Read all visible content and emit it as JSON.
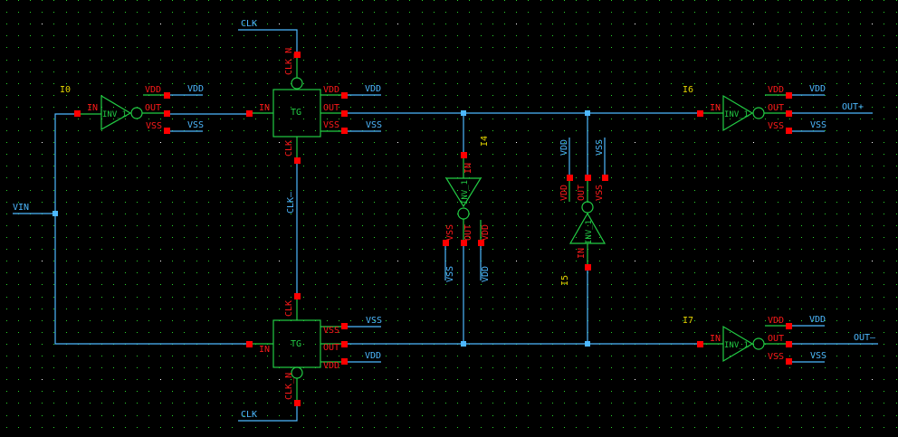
{
  "colors": {
    "background": "#000000",
    "grid": "#2ad12a",
    "wire": "#4db8ff",
    "symbol": "#22cc44",
    "pin": "#ff0000",
    "pin_label": "#ff1a1a",
    "instance_label": "#e6d600"
  },
  "nets": {
    "vin": "VIN",
    "clk_top": "CLK",
    "clk_bottom": "CLK",
    "clk_bar": "CLK—",
    "out_plus": "OUT+",
    "out_minus": "OUT—",
    "vdd": "VDD",
    "vss": "VSS"
  },
  "instances": {
    "i0": {
      "name": "I0",
      "cell": "INV_1",
      "pins": {
        "in": "IN",
        "out": "OUT",
        "vdd": "VDD",
        "vss": "VSS"
      }
    },
    "tg_top": {
      "cell": "TG",
      "pins": {
        "in": "IN",
        "out": "OUT",
        "vdd": "VDD",
        "vss": "VSS",
        "clk": "CLK",
        "clk_n": "CLK_N"
      }
    },
    "tg_bottom": {
      "cell": "TG",
      "pins": {
        "in": "IN",
        "out": "OUT",
        "vdd": "VDD",
        "vss": "VSS",
        "clk": "CLK",
        "clk_n": "CLK_N"
      }
    },
    "i4": {
      "name": "I4",
      "cell": "INV_1",
      "pins": {
        "in": "IN",
        "out": "OUT",
        "vdd": "VDD",
        "vss": "VSS"
      }
    },
    "i5": {
      "name": "I5",
      "cell": "INV_1",
      "pins": {
        "in": "IN",
        "out": "OUT",
        "vdd": "VDD",
        "vss": "VSS"
      }
    },
    "i6": {
      "name": "I6",
      "cell": "INV_1",
      "pins": {
        "in": "IN",
        "out": "OUT",
        "vdd": "VDD",
        "vss": "VSS"
      }
    },
    "i7": {
      "name": "I7",
      "cell": "INV_1",
      "pins": {
        "in": "IN",
        "out": "OUT",
        "vdd": "VDD",
        "vss": "VSS"
      }
    }
  }
}
